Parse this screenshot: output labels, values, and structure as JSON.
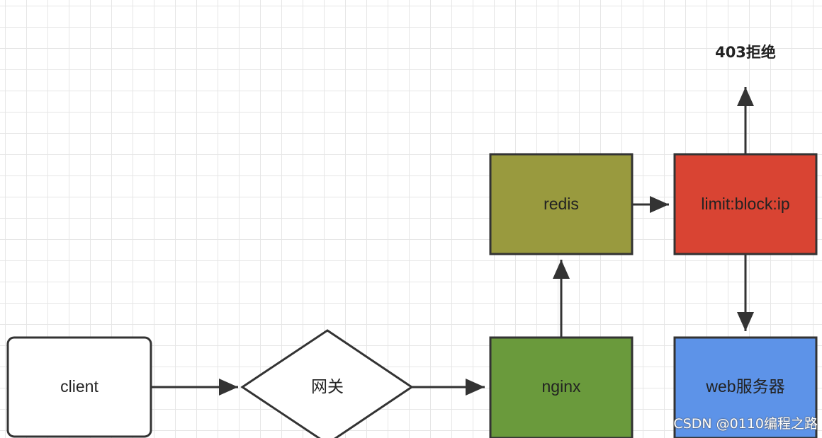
{
  "nodes": {
    "client": {
      "label": "client",
      "color": "#ffffff"
    },
    "gateway": {
      "label": "网关",
      "color": "#ffffff"
    },
    "nginx": {
      "label": "nginx",
      "color": "#6a9a3c"
    },
    "redis": {
      "label": "redis",
      "color": "#999a3e"
    },
    "limit": {
      "label": "limit:block:ip",
      "color": "#d94433"
    },
    "web": {
      "label": "web服务器",
      "color": "#5d93e8"
    }
  },
  "result": {
    "label": "403拒绝"
  },
  "watermark": "CSDN @0110编程之路",
  "colors": {
    "stroke": "#333333",
    "grid": "#e6e6e6"
  }
}
